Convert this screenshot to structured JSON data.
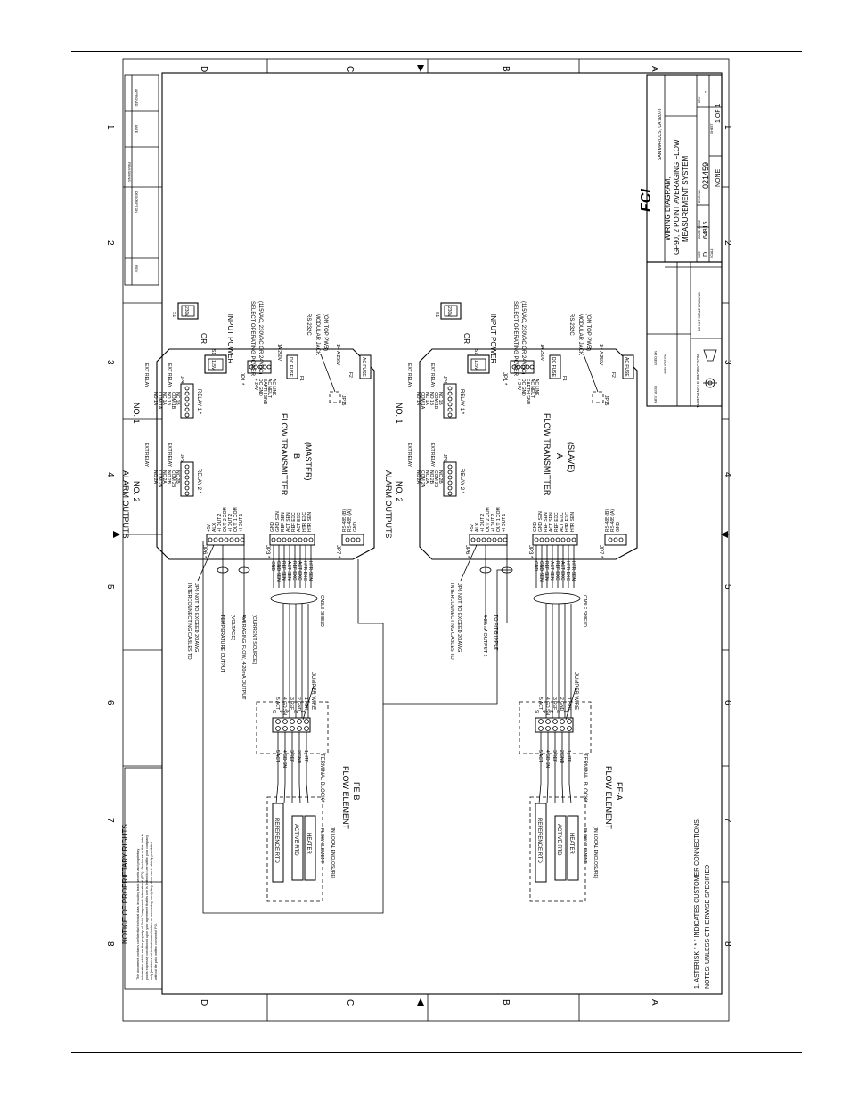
{
  "sheet": {
    "zone_letters": [
      "D",
      "C",
      "B",
      "A"
    ],
    "zone_numbers": [
      "8",
      "7",
      "6",
      "5",
      "4",
      "3",
      "2",
      "1"
    ]
  },
  "notice": {
    "title": "NOTICE OF PROPRIETARY RIGHTS",
    "body_lines": [
      "This document contains confidential technical data, including trade secrets and proprietary",
      "information which are the property of Fluid Components International (FCI). Disclosure of this data to",
      "you is expressly conditioned upon your agreement that its use is limited to use within your company",
      "only (and does not include manufacture or processing uses). Any other use is strictly prohibited",
      "without the prior written consent of FCI."
    ]
  },
  "notes": {
    "heading": "NOTES: UNLESS OTHERWISE SPECIFIED",
    "items": [
      "1. ASTERISK \" * \" INDICATES CUSTOMER CONNECTIONS."
    ]
  },
  "units": [
    {
      "transmitter_name": "FLOW TRANSMITTER",
      "transmitter_id": "B",
      "role": "(MASTER)",
      "alarm_title": "ALARM OUTPUTS",
      "alarm_no2": "NO. 2",
      "alarm_no1": "NO. 1",
      "relay2": "RELAY 2 *",
      "relay1": "RELAY 1 *",
      "jp5": "JP5",
      "jp4": "JP4",
      "relay2_pins": [
        "NO 2A",
        "COM 2A",
        "NC 2A",
        "NO 2B",
        "COM 2B",
        "NC 2B"
      ],
      "relay1_pins": [
        "NO 1A",
        "COM 1A",
        "NC 1A",
        "NO 1B",
        "COM 1B",
        "NC 1B"
      ],
      "relay2_ext": [
        "EXT RELAY",
        "EXT RELAY"
      ],
      "relay1_ext": [
        "EXT RELAY",
        "EXT RELAY"
      ],
      "jp6_label": "JP6 *",
      "jp6_pins": [
        "+5V",
        "AUX",
        "+I OUT 2",
        "OUT 2 COM",
        "+I OUT 2",
        "OUT 1 COM",
        "+I OUT 1"
      ],
      "jp3_label": "JP3 *",
      "jp3_pins": [
        "GND",
        "GND SEN",
        "REF SEN",
        "ACT SEN",
        "REF EXC",
        "ACT EXC",
        "HTR EXC",
        "HTR SEN"
      ],
      "jp7_label": "JP7 *",
      "jp7_pins": [
        "RS-485 (B)",
        "RS-485 (A)",
        "GND"
      ],
      "power_title": "INPUT POWER",
      "power_note": "SELECT OPERATING POWER",
      "power_volt": "(115VAC, 230VAC OR 24VDC)",
      "power_pins": [
        "+ 24V",
        "DC GND",
        "EARTH GND",
        "AC NEUT",
        "AC LINE"
      ],
      "jp1": "JP1 *",
      "s1_a": "S1",
      "s1_b": "S1",
      "sw_115": "115V",
      "sw_230": "230V",
      "or_text": "OR",
      "dc_fuse": "DC FUSE",
      "ac_fuse": "AC FUSE",
      "f1": "F1",
      "f2": "F2",
      "f1_rating": "1A 250V",
      "f2_rating": "1/4 A 250V",
      "rs232": "RS-232C",
      "rs232_note": "MODULAR JACK",
      "rs232_pwb": "(ON TOP PWB)",
      "jp15": "JP15",
      "interconnect_note": [
        "INTERCONNECTING CABLES TO",
        "JP6 NOT TO EXCEED 20 AWG"
      ],
      "outputs": [
        "TEMPERATURE OUTPUT",
        "(VOLTAGE)",
        "AVERAGING FLOW, 4-20mA OUTPUT",
        "(CURRENT SOURCE)"
      ],
      "cable_shield": "CABLE SHIELD",
      "wire_labels": [
        "GND",
        "GND SEN",
        "REF SEN",
        "ACT SEN",
        "REF EXC",
        "ACT EXC",
        "HTR EXC",
        "HTR SEN"
      ],
      "terminal_block": "TERMINAL BLOCK*",
      "jumper_wire": "JUMPER WIRE",
      "tb_left": [
        "5 ACT",
        "4 GD SN",
        "3 REF",
        "2 GND",
        "1 HTR"
      ],
      "tb_right": [
        "5 ACT",
        "4 GD SN",
        "3 REF",
        "2 GND",
        "1 HTR"
      ],
      "tb_numbers": [
        "5",
        "4",
        "3",
        "2",
        "1"
      ],
      "sensor_ref": "REFERENCE RTD",
      "sensor_act": "ACTIVE RTD",
      "sensor_htr": "HEATER",
      "element_note": "FLOW ELEMENT",
      "local_enclosure": "(IN LOCAL ENCLOSURE)",
      "flow_element": "FLOW ELEMENT",
      "flow_element_id": "FE-B"
    },
    {
      "transmitter_name": "FLOW TRANSMITTER",
      "transmitter_id": "A",
      "role": "(SLAVE)",
      "alarm_title": "ALARM OUTPUTS",
      "alarm_no2": "NO. 2",
      "alarm_no1": "NO. 1",
      "relay2": "RELAY 2 *",
      "relay1": "RELAY 1 *",
      "jp5": "JP5",
      "jp4": "JP4",
      "relay2_pins": [
        "NO 2A",
        "COM 2A",
        "NC 2A",
        "NO 2B",
        "COM 2B",
        "NC 2B"
      ],
      "relay1_pins": [
        "NO 1A",
        "COM 1A",
        "NC 1A",
        "NO 1B",
        "COM 1B",
        "NC 1B"
      ],
      "relay2_ext": [
        "EXT RELAY",
        "EXT RELAY"
      ],
      "relay1_ext": [
        "EXT RELAY",
        "EXT RELAY"
      ],
      "jp6_label": "JP6 *",
      "jp6_pins": [
        "+5V",
        "AUX",
        "+I OUT 2",
        "OUT 2 COM",
        "+I OUT 2",
        "OUT 1 COM",
        "+I OUT 1"
      ],
      "jp3_label": "JP3 *",
      "jp3_pins": [
        "GND",
        "GND SEN",
        "REF SEN",
        "ACT SEN",
        "REF EXC",
        "ACT EXC",
        "HTR EXC",
        "HTR SEN"
      ],
      "jp7_label": "JP7 *",
      "jp7_pins": [
        "RS-485 (B)",
        "RS-485 (A)",
        "GND"
      ],
      "power_title": "INPUT POWER",
      "power_note": "SELECT OPERATING POWER",
      "power_volt": "(115VAC, 230VAC OR 24VDC)",
      "power_pins": [
        "+ 24V",
        "DC GND",
        "EARTH GND",
        "AC NEUT",
        "AC LINE"
      ],
      "jp1": "JP1 *",
      "s1_a": "S1",
      "s1_b": "S1",
      "sw_115": "115V",
      "sw_230": "230V",
      "or_text": "OR",
      "dc_fuse": "DC FUSE",
      "ac_fuse": "AC FUSE",
      "f1": "F1",
      "f2": "F2",
      "f1_rating": "1A 250V",
      "f2_rating": "1/4 A 250V",
      "rs232": "RS-232C",
      "rs232_note": "MODULAR JACK",
      "rs232_pwb": "(ON TOP PWB)",
      "jp15": "JP15",
      "interconnect_note": [
        "INTERCONNECTING CABLES TO",
        "JP6 NOT TO EXCEED 20 AWG"
      ],
      "outputs": [
        "4-20mA OUTPUT 1",
        "TO FIT-B INPUT"
      ],
      "cable_shield": "CABLE SHIELD",
      "wire_labels": [
        "GND",
        "GND SEN",
        "REF SEN",
        "ACT SEN",
        "REF EXC",
        "ACT EXC",
        "HTR EXC",
        "HTR SEN"
      ],
      "terminal_block": "TERMINAL BLOCK*",
      "jumper_wire": "JUMPER WIRE",
      "tb_left": [
        "5 ACT",
        "4 GD SN",
        "3 REF",
        "2 GND",
        "1 HTR"
      ],
      "tb_right": [
        "5 ACT",
        "4 GD SN",
        "3 REF",
        "2 GND",
        "1 HTR"
      ],
      "tb_numbers": [
        "5",
        "4",
        "3",
        "2",
        "1"
      ],
      "sensor_ref": "REFERENCE RTD",
      "sensor_act": "ACTIVE RTD",
      "sensor_htr": "HEATER",
      "element_note": "FLOW ELEMENT",
      "local_enclosure": "(IN LOCAL ENCLOSURE)",
      "flow_element": "FLOW ELEMENT",
      "flow_element_id": "FE-A"
    }
  ],
  "revisions": {
    "columns": [
      "REV",
      "DESCRIPTION",
      "DATE",
      "APPROVED"
    ],
    "title": "REVISIONS"
  },
  "title_block": {
    "company_logo": "FCI",
    "company_location": "SAN MARCOS, CA 92078",
    "drawing_title": [
      "WIRING DIAGRAM,",
      "GF90, 2 POINT AVERAGING FLOW",
      "MEASUREMENT SYSTEM"
    ],
    "size_label": "SIZE",
    "size": "D",
    "cage_label": "CAGE CODE",
    "cage": "64815",
    "dwg_label": "DWG NO.",
    "dwg_no": "021459",
    "rev_label": "REV",
    "rev": "-",
    "scale_label": "SCALE",
    "scale": "NONE",
    "sheet_label": "SHEET",
    "sheet": "1 OF 1",
    "projection": "THIRD ANGLE PROJECTION",
    "do_not_scale": "DO NOT SCALE DRAWING",
    "next_assy": "NEXT ASSY",
    "used_on": "USED ON",
    "application": "APPLICATION"
  }
}
